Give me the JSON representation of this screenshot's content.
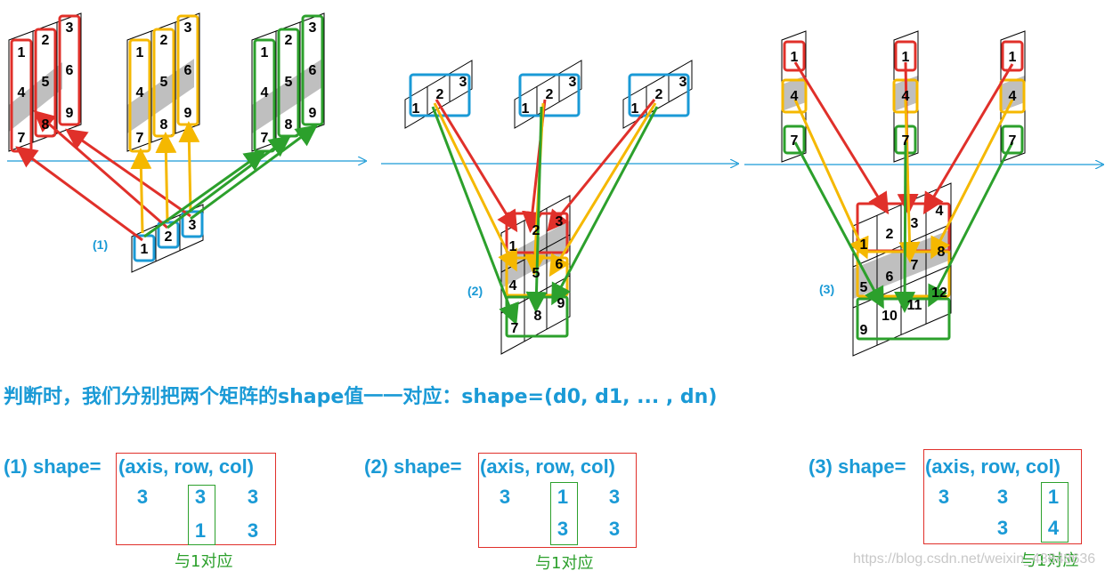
{
  "labels": {
    "p1": "(1)",
    "p2": "(2)",
    "p3": "(3)"
  },
  "colors": {
    "red": "#e0302a",
    "yellow": "#f5b800",
    "green": "#2ca02c",
    "blue": "#1a9ad6",
    "gray": "#bfbfbf"
  },
  "panel1": {
    "top_values": [
      "1",
      "4",
      "7",
      "2",
      "5",
      "8",
      "3",
      "6",
      "9"
    ],
    "bottom_values": [
      "1",
      "2",
      "3"
    ]
  },
  "panel2": {
    "top_values": [
      "1",
      "2",
      "3"
    ],
    "bottom_values": [
      "1",
      "2",
      "3",
      "4",
      "5",
      "6",
      "7",
      "8",
      "9"
    ]
  },
  "panel3": {
    "top_values": [
      "1",
      "4",
      "7"
    ],
    "bottom_values": [
      "1",
      "2",
      "3",
      "4",
      "5",
      "6",
      "7",
      "8",
      "9",
      "10",
      "11",
      "12"
    ]
  },
  "title": "判断时，我们分别把两个矩阵的shape值一一对应：shape=(d0, d1, ... , dn)",
  "shapes": [
    {
      "prefix": "(1) shape=",
      "header": "(axis, row, col)",
      "row1": [
        "3",
        "3",
        "3"
      ],
      "row2": [
        "",
        "1",
        "3"
      ],
      "note": "与1对应"
    },
    {
      "prefix": "(2) shape=",
      "header": "(axis, row, col)",
      "row1": [
        "3",
        "1",
        "3"
      ],
      "row2": [
        "",
        "3",
        "3"
      ],
      "note": "与1对应"
    },
    {
      "prefix": "(3) shape=",
      "header": "(axis, row, col)",
      "row1": [
        "3",
        "3",
        "1"
      ],
      "row2": [
        "",
        "3",
        "4"
      ],
      "note": "与1对应"
    }
  ],
  "watermark": "https://blog.csdn.net/weixin_43848636"
}
